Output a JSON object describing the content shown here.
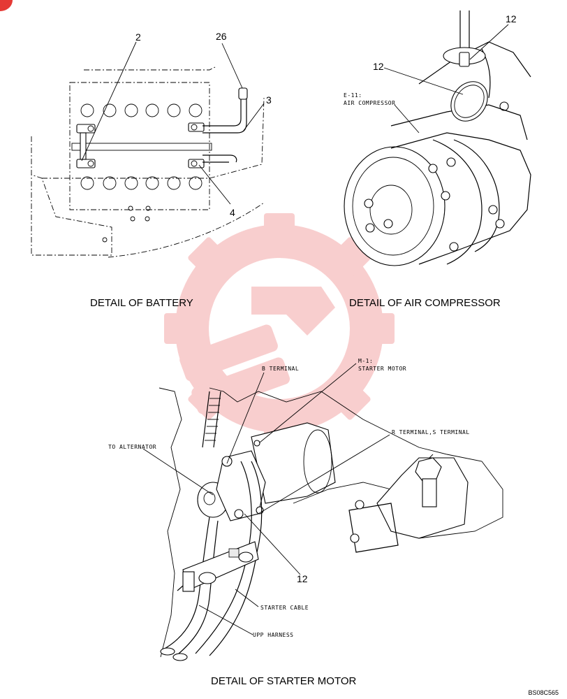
{
  "captions": {
    "battery": "DETAIL OF BATTERY",
    "air_compressor": "DETAIL OF AIR COMPRESSOR",
    "starter_motor": "DETAIL OF STARTER MOTOR"
  },
  "battery_callouts": {
    "c2": "2",
    "c26": "26",
    "c3": "3",
    "c4": "4"
  },
  "compressor_callouts": {
    "c12_top": "12",
    "c12_mid": "12",
    "label_id": "E-11:",
    "label_name": "AIR COMPRESSOR"
  },
  "starter_callouts": {
    "b_terminal": "B TERMINAL",
    "m1_id": "M-1:",
    "m1_name": "STARTER MOTOR",
    "rs_terminal": "R TERMINAL,S TERMINAL",
    "to_alternator": "TO ALTERNATOR",
    "c12": "12",
    "starter_cable": "STARTER CABLE",
    "upp_harness": "UPP HARNESS"
  },
  "drawing_code": "BS08C565",
  "colors": {
    "line": "#000000",
    "watermark": "#f3b5b5",
    "badge": "#e53935"
  }
}
